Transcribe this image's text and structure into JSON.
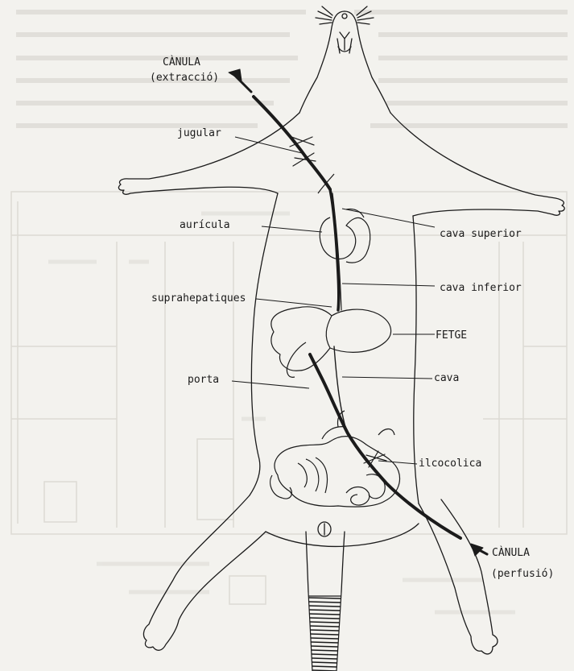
{
  "labels": {
    "canula_top": "CÀNULA",
    "extraccio": "(extracció)",
    "jugular": "jugular",
    "auricula": "aurícula",
    "cava_superior": "cava superior",
    "cava_inferior": "cava inferior",
    "suprahepatiques": "suprahepatiques",
    "fetge": "FETGE",
    "porta": "porta",
    "cava": "cava",
    "ileocolica": "ilcocolica",
    "canula_bottom": "CÀNULA",
    "perfusio": "(perfusió)"
  },
  "colors": {
    "background": "#f3f2ee",
    "ink": "#1b1b1b",
    "faded_text": "#c9c7c0",
    "faded_table": "#d9d7d0"
  }
}
